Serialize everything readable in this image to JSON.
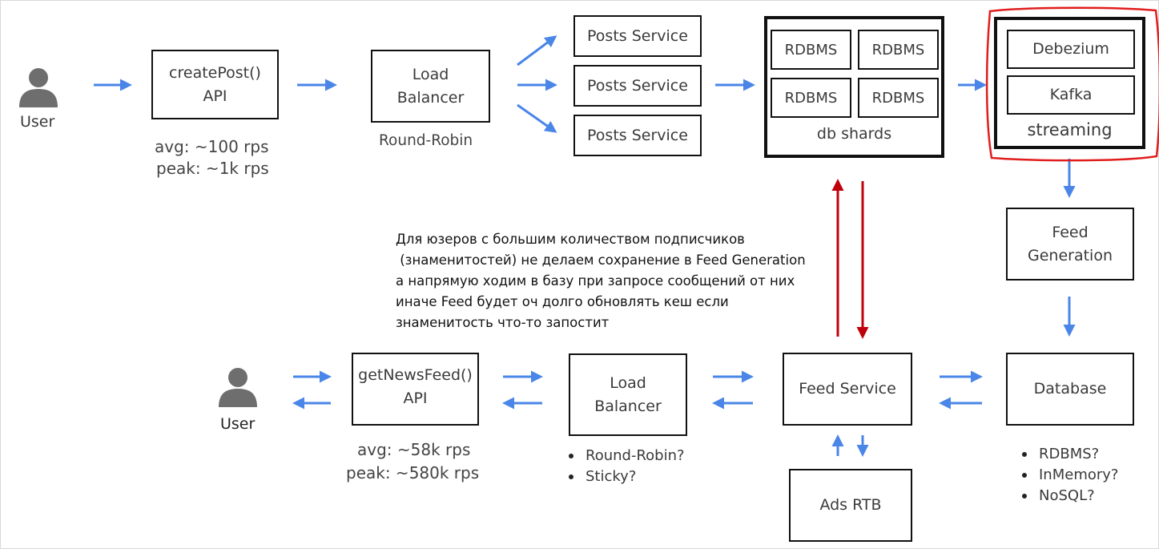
{
  "top_flow": {
    "user_label": "User",
    "api": {
      "line1": "createPost()",
      "line2": "API",
      "avg": "avg: ~100 rps",
      "peak": "peak: ~1k rps"
    },
    "lb": {
      "line1": "Load",
      "line2": "Balancer",
      "algo": "Round-Robin"
    },
    "posts_services": [
      "Posts Service",
      "Posts Service",
      "Posts Service"
    ],
    "db_shards": {
      "cells": [
        "RDBMS",
        "RDBMS",
        "RDBMS",
        "RDBMS"
      ],
      "label": "db shards"
    },
    "streaming": {
      "items": [
        "Debezium",
        "Kafka"
      ],
      "label": "streaming"
    }
  },
  "feed_generation": {
    "line1": "Feed",
    "line2": "Generation"
  },
  "note": "Для юзеров с большим количеством подписчиков\n (знаменитостей) не делаем сохранение в Feed Generation\nа напрямую ходим в базу при запросе сообщений от них\nиначе Feed будет оч долго обновлять кеш если\nзнаменитость что-то запостит",
  "bottom_flow": {
    "user_label": "User",
    "api": {
      "line1": "getNewsFeed()",
      "line2": "API",
      "avg": "avg: ~58k rps",
      "peak": "peak: ~580k rps"
    },
    "lb": {
      "line1": "Load",
      "line2": "Balancer",
      "options": [
        "Round-Robin?",
        "Sticky?"
      ]
    },
    "feed_service": "Feed Service",
    "ads": "Ads RTB",
    "database": {
      "label": "Database",
      "options": [
        "RDBMS?",
        "InMemory?",
        "NoSQL?"
      ]
    }
  },
  "colors": {
    "arrow_blue": "#4a86e8",
    "arrow_red": "#c0000c",
    "highlight_red": "#e11d1d",
    "icon_gray": "#6e6e6e"
  }
}
